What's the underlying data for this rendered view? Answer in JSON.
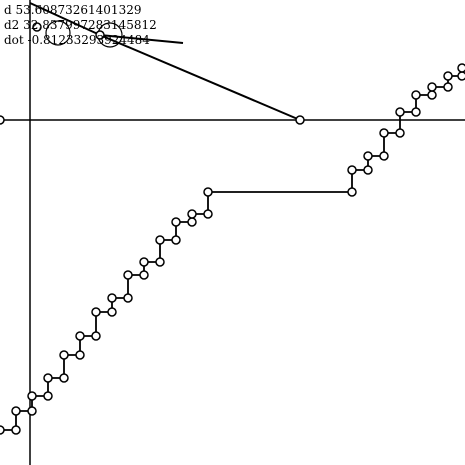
{
  "readouts": {
    "d": "d 53.60873261401329",
    "d2": "d2 32.837997283145812",
    "dot": "dot -0.81233293924484"
  },
  "colors": {
    "ink": "#000000",
    "background": "#ffffff"
  }
}
